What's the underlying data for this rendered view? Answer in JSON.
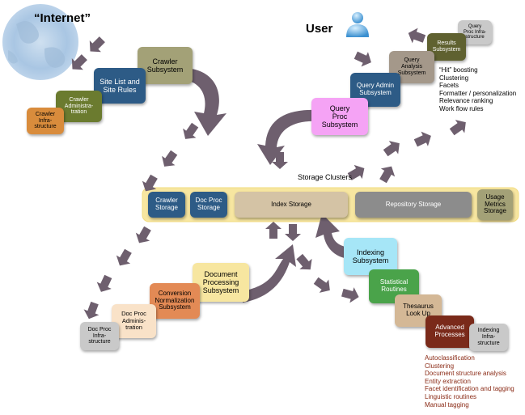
{
  "labels": {
    "internet": "“Internet”",
    "user": "User",
    "storage_clusters": "Storage Clusters"
  },
  "boxes": {
    "crawler_subsystem": "Crawler\nSubsystem",
    "site_list": "Site List and\nSite Rules",
    "crawler_admin": "Crawler\nAdministra-\ntration",
    "crawler_infra": "Crawler\nInfra-\nstructure",
    "query_proc_infra": "Query\nProc Infra-\nstructure",
    "results_subsystem": "Results\nSubsystem",
    "query_analysis": "Query\nAnalysis\nSubsystem",
    "query_admin": "Query Admin\nSubsystem",
    "query_proc": "Query\nProc\nSubsystem",
    "crawler_storage": "Crawler\nStorage",
    "doc_proc_storage": "Doc Proc\nStorage",
    "index_storage": "Index Storage",
    "repository_storage": "Repository Storage",
    "usage_metrics_storage": "Usage\nMetrics\nStorage",
    "document_processing": "Document\nProcessing\nSubsystem",
    "conversion_normalization": "Conversion\nNormalization\nSubsystem",
    "doc_proc_admin": "Doc Proc\nAdminis-\ntration",
    "doc_proc_infra": "Doc Proc\nInfra-\nstructure",
    "indexing_subsystem": "Indexing\nSubsystem",
    "statistical_routines": "Statistical\nRoutines",
    "thesaurus_lookup": "Thesaurus\nLook Up",
    "advanced_processes": "Advanced\nProcesses",
    "indexing_infra": "Indexing\nInfra-\nstructure"
  },
  "query_features": [
    "“Hit” boosting",
    "Clustering",
    "Facets",
    "Formatter / personalization",
    "Relevance ranking",
    "Work flow rules"
  ],
  "advanced_features": [
    "Autoclassification",
    "Clustering",
    "Document structure analysis",
    "Entity extraction",
    "Facet identification and tagging",
    "Linguistic routines",
    "Manual tagging"
  ],
  "colors": {
    "olive": "#a3a177",
    "steel_blue": "#2d5b86",
    "olive_green": "#6b7b2f",
    "orange": "#d98c3c",
    "gray": "#8c8c8c",
    "dark_olive": "#5f6130",
    "taupe": "#a4988a",
    "pink": "#f5a3f5",
    "storage_band": "#f7e6a0",
    "beige": "#d4c3a5",
    "light_peach": "#f9e2c8",
    "salmon": "#e38a55",
    "light_cyan": "#a6e6f7",
    "green": "#4aa34a",
    "tan": "#d4b896",
    "dark_red": "#7a2a1a",
    "light_gray": "#c9c9c9",
    "arrow": "#6e5f6e",
    "list_red": "#8a2a15"
  }
}
